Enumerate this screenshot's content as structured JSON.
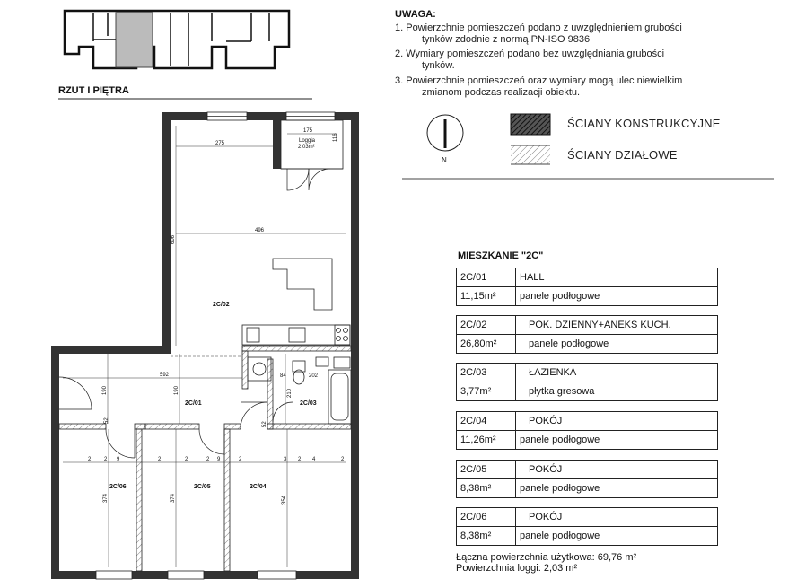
{
  "plan": {
    "title": "RZUT I PIĘTRA",
    "north": "N",
    "loggia_label": "Loggia",
    "loggia_area": "2,03m²",
    "rooms": [
      "2C/02",
      "2C/01",
      "2C/03",
      "2C/06",
      "2C/05",
      "2C/04"
    ],
    "dims": {
      "d175": "175",
      "d275": "275",
      "d496": "496",
      "d592": "592",
      "d606": "606",
      "d190a": "190",
      "d190b": "190",
      "d210": "210",
      "d202": "202",
      "d374a": "374",
      "d374b": "374",
      "d354": "354",
      "d116": "116",
      "d52a": "52",
      "d52b": "52",
      "d84": "84",
      "d2": "2",
      "d9": "9",
      "d3": "3",
      "d4": "4"
    }
  },
  "notes": {
    "title": "UWAGA:",
    "items": [
      "1. Powierzchnie pomieszczeń podano z uwzględnieniem grubości",
      "tynków zdodnie z normą PN-ISO 9836",
      "2. Wymiary pomieszczeń podano bez uwzględniania grubości",
      "tynków.",
      "3. Powierzchnie pomieszczeń oraz wymiary mogą ulec niewielkim",
      "zmianom podczas realizacji obiektu."
    ]
  },
  "legend": {
    "structural": "ŚCIANY KONSTRUKCYJNE",
    "partition": "ŚCIANY DZIAŁOWE"
  },
  "apartment": {
    "title": "MIESZKANIE \"2C\"",
    "rooms": [
      {
        "code": "2C/01",
        "name": "HALL",
        "area": "11,15m²",
        "floor": "panele podłogowe"
      },
      {
        "code": "2C/02",
        "name": "POK. DZIENNY+ANEKS KUCH.",
        "area": "26,80m²",
        "floor": "panele podłogowe"
      },
      {
        "code": "2C/03",
        "name": "ŁAZIENKA",
        "area": "3,77m²",
        "floor": "płytka gresowa"
      },
      {
        "code": "2C/04",
        "name": "POKÓJ",
        "area": "11,26m²",
        "floor": "panele podłogowe"
      },
      {
        "code": "2C/05",
        "name": "POKÓJ",
        "area": "8,38m²",
        "floor": "panele podłogowe"
      },
      {
        "code": "2C/06",
        "name": "POKÓJ",
        "area": "8,38m²",
        "floor": "panele podłogowe"
      }
    ],
    "total": "Łączna powierzchnia użytkowa: 69,76 m²",
    "loggia": "Powierzchnia loggi: 2,03 m²"
  }
}
